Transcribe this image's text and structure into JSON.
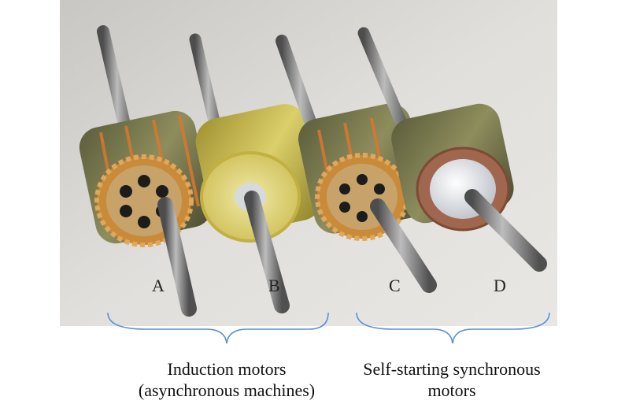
{
  "labels": {
    "a": "A",
    "b": "B",
    "c": "C",
    "d": "D"
  },
  "groups": {
    "induction": {
      "line1": "Induction motors",
      "line2": "(asynchronous machines)"
    },
    "synchronous": {
      "line1": "Self-starting synchronous",
      "line2": "motors"
    }
  },
  "colors": {
    "photo_background": "#dcdad6",
    "brace": "#5b8fd6",
    "steel_core": "#7a7a52",
    "copper_winding": "#d9782e",
    "brass": "#d2c24e",
    "copper_ring": "#a0664e",
    "aluminum": "#dfe2e6"
  }
}
